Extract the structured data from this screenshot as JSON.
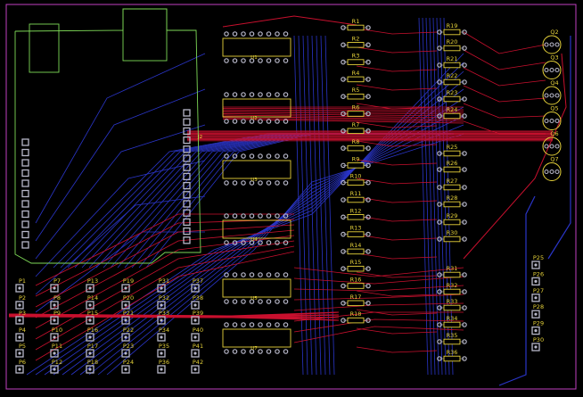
{
  "colors": {
    "background": "#000000",
    "outline": "#c040c0",
    "silk": "#e6d23a",
    "module": "#7ed957",
    "top_copper": "#c8102e",
    "bottom_copper": "#2a35c8",
    "pad": "#b7b7c8"
  },
  "resistors_left": [
    "R1",
    "R2",
    "R3",
    "R4",
    "R5",
    "R6",
    "R7",
    "R8",
    "R9",
    "R10",
    "R11",
    "R12",
    "R13",
    "R14",
    "R15",
    "R16",
    "R17",
    "R18"
  ],
  "resistors_right": [
    "R19",
    "R20",
    "R21",
    "R22",
    "R23",
    "R24",
    "R25",
    "R26",
    "R27",
    "R28",
    "R29",
    "R30",
    "R31",
    "R32",
    "R33",
    "R34",
    "R35",
    "R36"
  ],
  "transistors": [
    "Q2",
    "Q3",
    "Q4",
    "Q5",
    "Q6",
    "Q7"
  ],
  "ics": [
    "U1",
    "U2",
    "U3",
    "U4",
    "U5",
    "U7"
  ],
  "pads_left": [
    [
      "P1",
      "P7",
      "P13",
      "P19",
      "P31",
      "P37"
    ],
    [
      "P2",
      "P8",
      "P14",
      "P20",
      "P32",
      "P38"
    ],
    [
      "P3",
      "P9",
      "P15",
      "P21",
      "P33",
      "P39"
    ],
    [
      "P4",
      "P10",
      "P16",
      "P22",
      "P34",
      "P40"
    ],
    [
      "P5",
      "P11",
      "P17",
      "P23",
      "P35",
      "P41"
    ],
    [
      "P6",
      "P12",
      "P18",
      "P24",
      "P36",
      "P42"
    ]
  ],
  "pads_right": [
    "P25",
    "P26",
    "P27",
    "P28",
    "P29",
    "P30"
  ],
  "module_label": "J2"
}
